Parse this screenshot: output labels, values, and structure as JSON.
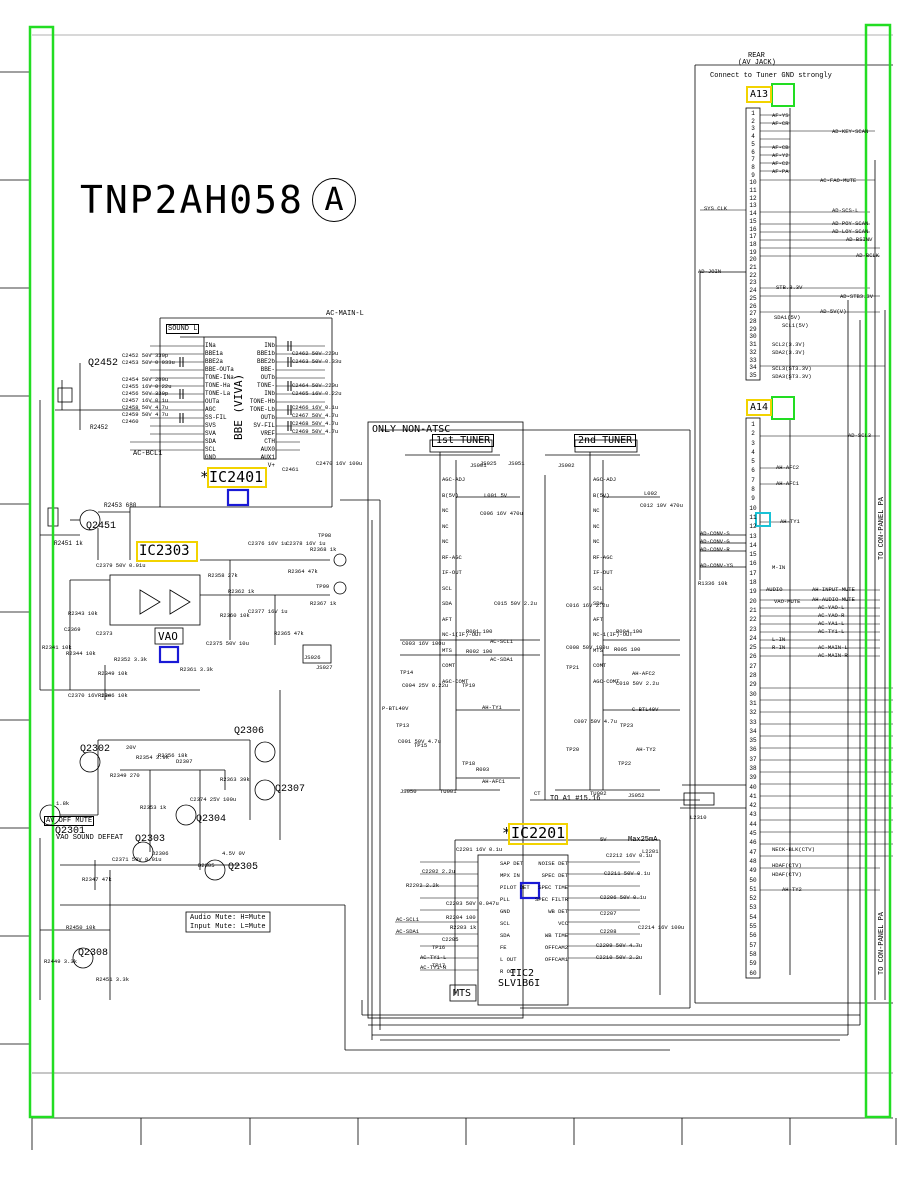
{
  "board": {
    "title": "TNP2AH058",
    "variant": "A"
  },
  "ic_labels": {
    "ic2401": "*IC2401",
    "ic2303": "IC2303",
    "ic2201": "*IC2201",
    "ic2303_func": "VAO",
    "ic2401_func": "BBE (VIVA)",
    "ic2201_name": "IIC2",
    "ic2201_part": "SLV1B6I",
    "mts": "MTS"
  },
  "sections": {
    "only_non_atsc": "ONLY NON-ATSC",
    "tuner1": "1st TUNER",
    "tuner2": "2nd TUNER",
    "sound_l": "SOUND L",
    "rear": "REAR",
    "rear_sub": "(AV JACK)",
    "connect_note": "Connect to Tuner GND strongly",
    "a13": "A13",
    "a14": "A14",
    "to_con_panel": "TO CON-PANEL PA",
    "av_off_mute": "AV OFF MUTE",
    "vao_sound_defeat": "VAO SOUND DEFEAT",
    "audio_mute": "Audio Mute: H=Mute",
    "input_mute": "Input Mute: L=Mute",
    "ac_main_l": "AC-MAIN-L",
    "ac_bcl1": "AC-BCL1",
    "to_a1": "TO A1 #15.16",
    "max25": "Max25mA"
  },
  "transistors": [
    "Q2452",
    "Q2451",
    "Q2302",
    "Q2301",
    "Q2303",
    "Q2304",
    "Q2305",
    "Q2306",
    "Q2307",
    "Q2308"
  ],
  "pins_a13": [
    "1",
    "2",
    "3",
    "4",
    "5",
    "6",
    "7",
    "8",
    "9",
    "10",
    "11",
    "12",
    "13",
    "14",
    "15",
    "16",
    "17",
    "18",
    "19",
    "20",
    "21",
    "22",
    "23",
    "24",
    "25",
    "26",
    "27",
    "28",
    "29",
    "30",
    "31",
    "32",
    "33",
    "34",
    "35"
  ],
  "pins_a14": [
    "1",
    "2",
    "3",
    "4",
    "5",
    "6",
    "7",
    "8",
    "9",
    "10",
    "11",
    "12",
    "13",
    "14",
    "15",
    "16",
    "17",
    "18",
    "19",
    "20",
    "21",
    "22",
    "23",
    "24",
    "25",
    "26",
    "27",
    "28",
    "29",
    "30",
    "31",
    "32",
    "33",
    "34",
    "35",
    "36",
    "37",
    "38",
    "39",
    "40",
    "41",
    "42",
    "43",
    "44",
    "45",
    "46",
    "47",
    "48",
    "49",
    "50",
    "51",
    "52",
    "53",
    "54",
    "55",
    "56",
    "57",
    "58",
    "59",
    "60"
  ],
  "a13_signals": [
    "AF-YS",
    "AF-CR",
    "AF-CB",
    "AF-Y2",
    "AF-C2",
    "AF-PA",
    "SYS CLK",
    "AD-KEY-SCAN",
    "AC-FAO-MUTE",
    "AD-SCS-L",
    "AD-POY-SCAN",
    "AD-LOY-SCAN",
    "AD-BSINV",
    "AD-BCLK",
    "AD-JOIN",
    "STB.3.3V",
    "AD-STB3.3V",
    "AD-5V(V)",
    "SDA1(5V)",
    "SCL1(5V)",
    "SCL2(3.3V)",
    "SDA2(3.3V)",
    "SCL3(ST3.3V)",
    "SDA3(ST3.3V)"
  ],
  "a14_signals": [
    "AD-SCL3",
    "AH-AFC2",
    "AH-AFC1",
    "AH-TY1",
    "AD-CONV-S",
    "AD-CONV-G",
    "AD-CONV-R",
    "AD-CONV-YS",
    "AH-INPUT-MUTE",
    "AH-AUDIO-MUTE",
    "VAO-MUTE",
    "AC-YAO-L",
    "AC-YAO-R",
    "AC-YA1-L",
    "AC-TY1-L",
    "L-IN",
    "R-IN",
    "AC-MAIN-L",
    "AC-MAIN-R",
    "NECK-BLK(CTV)",
    "HDAF(CTV)",
    "HDAF(CTV)",
    "AH-TY2",
    "M-IN",
    "AUDIO"
  ],
  "tuner_pins": [
    "AGC-ADJ",
    "B(5V)",
    "NC",
    "NC",
    "NC",
    "RF-AGC",
    "IF-OUT",
    "SCL",
    "SDA",
    "AFT",
    "NC-1(IF)-OUT",
    "MTS",
    "COMT",
    "AGC-COMT",
    "AGC-COMT"
  ],
  "ic2201_pins_l": [
    "SAP DET",
    "MPX IN",
    "PILOT DET",
    "PLL",
    "GND",
    "SCL",
    "SDA",
    "FE",
    "L OUT",
    "R OUT"
  ],
  "ic2201_pins_r": [
    "NOISE DET",
    "SPEC DET",
    "SPEC TIME",
    "SPEC FILTR",
    "WB DET",
    "VCC",
    "WB TIME",
    "OFFCAM2",
    "OFFCAM1"
  ],
  "ic2401_pins_l": [
    "INa",
    "BBE1a",
    "BBE2a",
    "BBE-OUTa",
    "TONE-INa",
    "TONE-Ha",
    "TONE-La",
    "OUTa",
    "AGC",
    "SS-FIL",
    "SVS",
    "SVA",
    "SDA",
    "SCL",
    "GND"
  ],
  "ic2401_pins_r": [
    "INb",
    "BBE1b",
    "BBE2b",
    "BBE-OUTb",
    "TONE-INb",
    "TONE-Hb",
    "TONE-Lb",
    "OUTb",
    "SV-FIL",
    "VREF",
    "CTH",
    "AUX0",
    "AUX1",
    "V+"
  ],
  "left_components": [
    "C2452 50V 330p",
    "C2453 50V 0.033u",
    "C2454 50V 200u",
    "C2455 16V 0.22u",
    "C2456 50V 330p",
    "C2457 16V 0.1u",
    "C2458 50V 4.7u",
    "C2459 50V 4.7u",
    "C2460",
    "R2452",
    "R2453 680",
    "R2451 1k",
    "C2462 50V 220u",
    "C2463 50V 0.33u",
    "C2464 50V 220u",
    "C2465 16V 0.22u",
    "C2466 16V 0.1u",
    "C2467 50V 4.7u",
    "C2468 50V 4.7u",
    "C2469 50V 4.7u",
    "C2470 16V 100u",
    "C2461"
  ],
  "vao_components": [
    "C2379 50V 0.01u",
    "R2358 27k",
    "R2362 1k",
    "C2376 16V 1u",
    "C2378 16V 1u",
    "R2368 1k",
    "R2364 47k",
    "TP98",
    "TP99",
    "R2360 10k",
    "C2377 16V 1u",
    "R2365 47k",
    "R2367 1k",
    "C2375 50V 10u",
    "R2361 3.3k",
    "R2343 10k",
    "R2341 10k",
    "R2344 10k",
    "R2349 10k",
    "R2352 3.3k",
    "C2369",
    "C2373",
    "C2370 16V 10u",
    "R2346 10k",
    "JS026",
    "JS027"
  ],
  "mute_components": [
    "R2354 3.9k",
    "R2356 18k",
    "D2307",
    "R2363 39k",
    "C2374 25V 100u",
    "R2349 270",
    "R2353 1k",
    "C2371 50V 0.01u",
    "D2306",
    "R2347 47k",
    "D2305",
    "R2450 10k",
    "R2449 3.3k",
    "R2451 3.3k",
    "4.5V 0V",
    "20V",
    "1.8k"
  ],
  "tuner_components": [
    "L001 5V",
    "C006 16V 470u",
    "C015 50V 2.2u",
    "C003 16V 100u",
    "R001 100",
    "R002 100",
    "TP14",
    "C004 25V 0.22u",
    "TP19",
    "P-BTL40V",
    "TP13",
    "C001 50V 4.7u",
    "TP15",
    "R003",
    "TP18",
    "JS050",
    "TU001",
    "JS025",
    "L002",
    "C012 10V 470u",
    "C016 16V 2.2u",
    "R004 100",
    "C008 50V 100u",
    "R005 100",
    "TP21",
    "C010 50V 2.2u",
    "C007 50V 4.7u",
    "TP23",
    "TP20",
    "TU002",
    "C-BTL40V",
    "JS052",
    "JS001",
    "JS002",
    "JS051",
    "AH-AFC1",
    "AH-AFC2",
    "AC-SCL1",
    "AC-SDA1",
    "AH-TY1",
    "AH-TY2",
    "TP22",
    "CT",
    "R1336 10k",
    "L2310"
  ],
  "ic2201_components": [
    "C2201 16V 0.1u",
    "C2202 2.2u",
    "R2202 2.2k",
    "C2203 50V 0.047u",
    "R2204 100",
    "R2203 1k",
    "C2205",
    "TP16",
    "TP17",
    "AC-TY1-L",
    "AC-TY1-R",
    "AC-SCL1",
    "AC-SDA1",
    "C2212 16V 0.1u",
    "C2211 50V 0.1u",
    "C2206 50V 0.1u",
    "C2207",
    "C2208",
    "C2209 50V 4.7u",
    "C2210 50V 2.2u",
    "C2214 16V 100u",
    "L2201",
    "5V"
  ]
}
